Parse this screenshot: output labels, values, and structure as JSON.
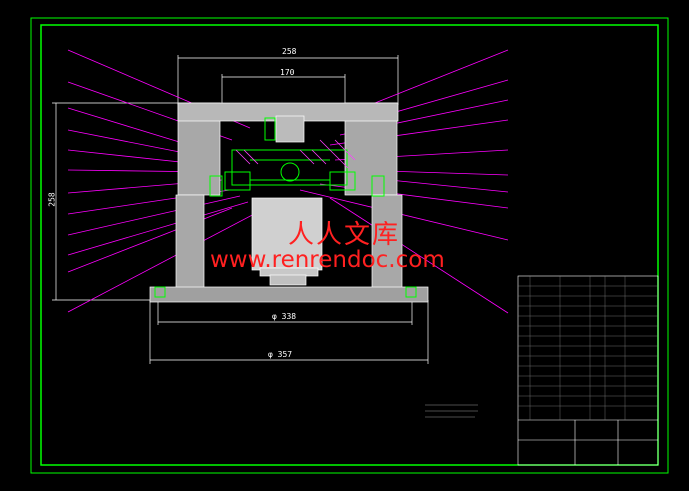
{
  "watermark": {
    "chinese": "人人文库",
    "url": "www.renrendoc.com"
  },
  "dimensions": {
    "top_outer": "258",
    "top_inner": "170",
    "height": "258",
    "base_inner": "φ 338",
    "base_outer": "φ 357"
  },
  "colors": {
    "background": "#000000",
    "border": "#00ff00",
    "leader": "#ff00ff",
    "body": "#c0c0c0",
    "hatch": "#ff40ff",
    "dim": "#ffffff",
    "watermark": "#ff2020"
  }
}
